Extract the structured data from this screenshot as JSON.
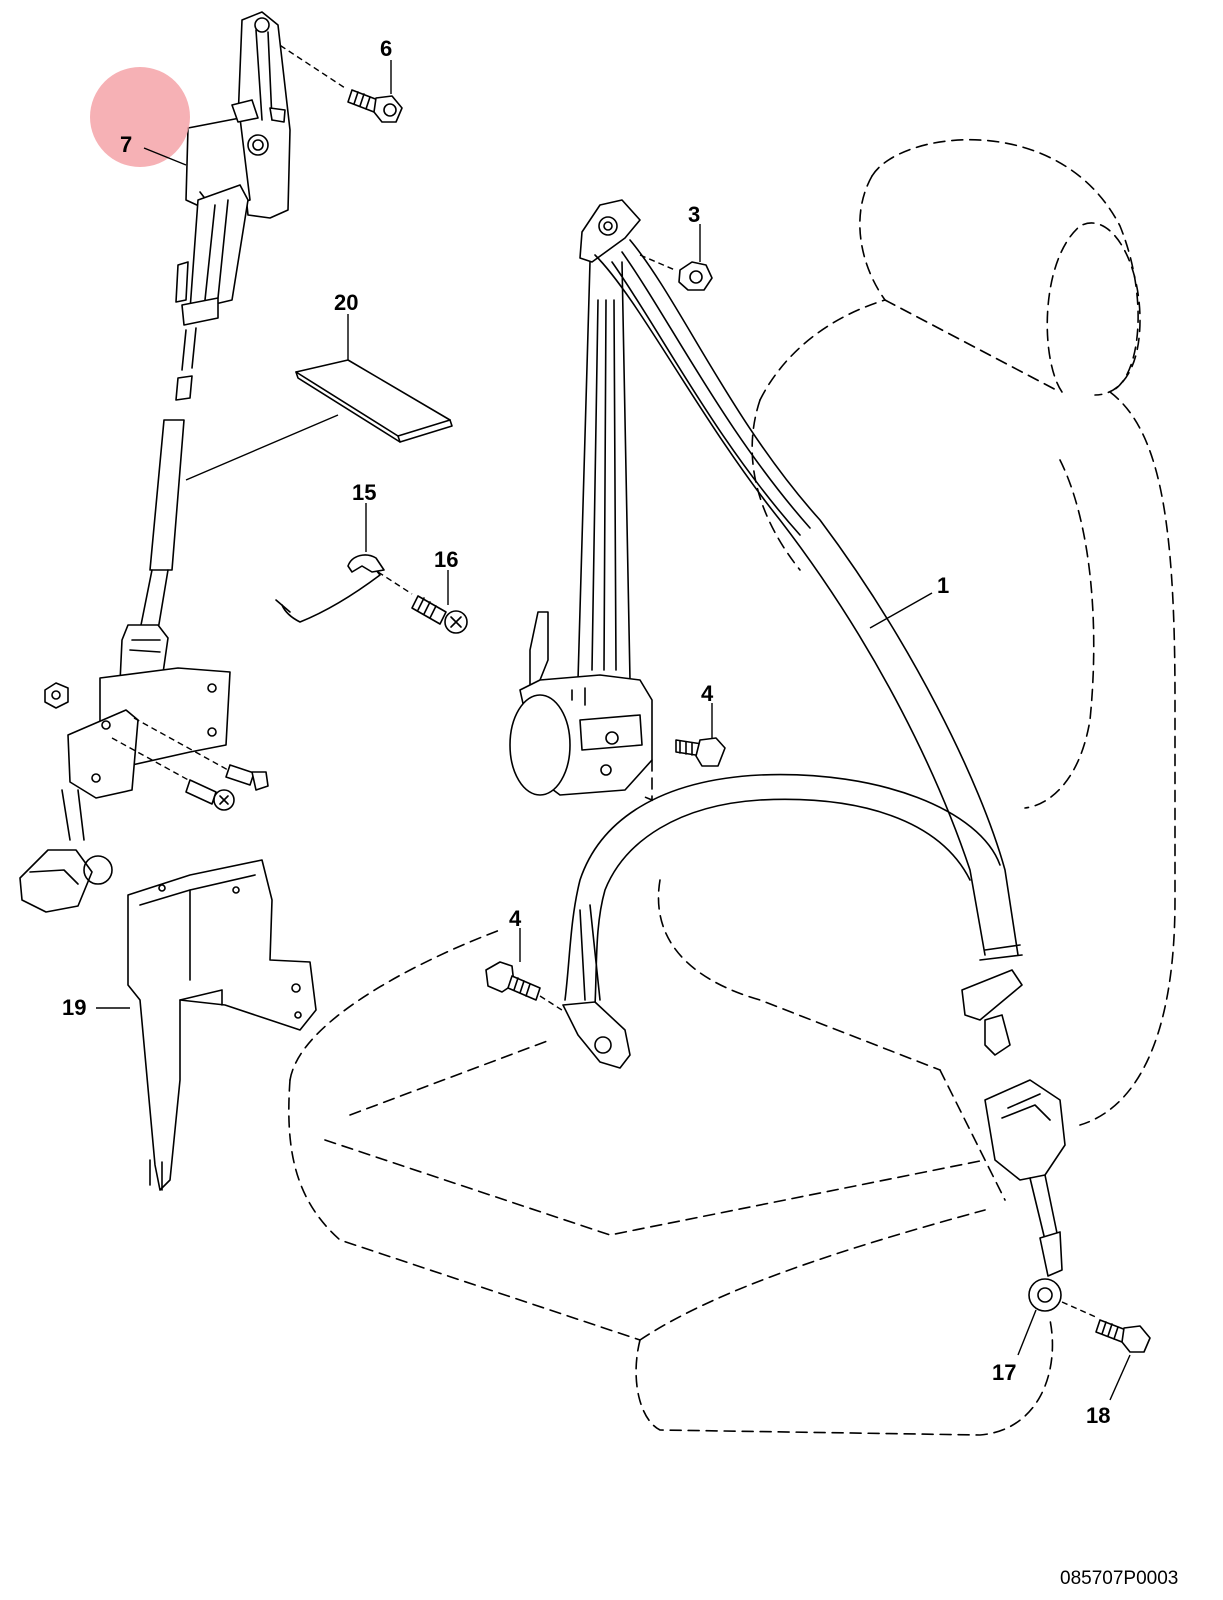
{
  "callouts": {
    "c1": "1",
    "c3": "3",
    "c4a": "4",
    "c4b": "4",
    "c6": "6",
    "c7": "7",
    "c15": "15",
    "c16": "16",
    "c17": "17",
    "c18": "18",
    "c19": "19",
    "c20": "20"
  },
  "figure_id": "085707P0003",
  "highlight": {
    "target": "7",
    "color": "#f4a3a8"
  }
}
